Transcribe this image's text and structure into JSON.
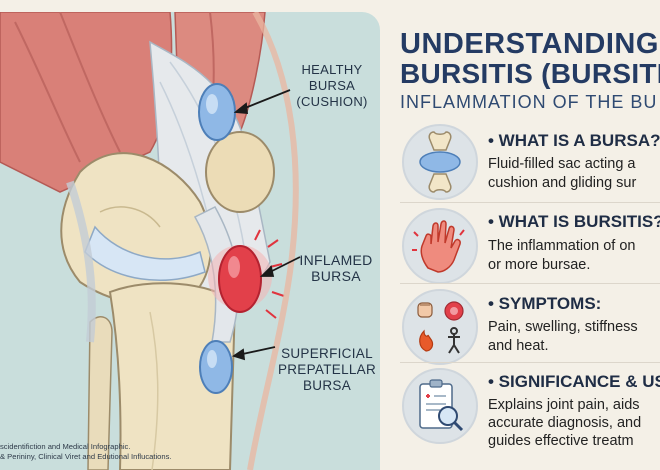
{
  "header": {
    "title_line1": "UNDERSTANDING",
    "title_line2": "BURSITIS (BURSITE",
    "title_line3": "INFLAMMATION OF THE BU"
  },
  "illustration": {
    "callouts": {
      "healthy_line1": "HEALTHY",
      "healthy_line2": "BURSA",
      "healthy_line3": "(CUSHION)",
      "inflamed_line1": "INFLAMED",
      "inflamed_line2": "BURSA",
      "superficial_line1": "SUPERFICIAL",
      "superficial_line2": "PREPATELLAR",
      "superficial_line3": "BURSA"
    },
    "colors": {
      "healthy_bursa": "#8fb8e6",
      "inflamed_bursa": "#e2404a",
      "bone": "#efe3c3",
      "muscle": "#d98078",
      "background": "#c9dedc"
    }
  },
  "sections": [
    {
      "icon": "bursa-joint-icon",
      "heading": "• WHAT IS A BURSA?",
      "text_line1": "Fluid-filled sac acting a",
      "text_line2": "cushion and gliding sur"
    },
    {
      "icon": "red-hand-pain-icon",
      "heading": "• WHAT IS BURSITIS?",
      "text_line1": "The inflammation of on",
      "text_line2": "or more bursae."
    },
    {
      "icon": "symptoms-icons",
      "heading": "• SYMPTOMS:",
      "text_line1": "Pain, swelling, stiffness",
      "text_line2": "and heat."
    },
    {
      "icon": "clipboard-magnifier-icon",
      "heading": "• SIGNIFICANCE & US",
      "text_line1": "Explains joint pain, aids",
      "text_line2": "accurate diagnosis, and",
      "text_line3": "guides effective treatm"
    }
  ],
  "footer": {
    "line1": "scidentifiction and Medical Infographic.",
    "line2": "& Perininy, Clinical Viret and Edutional Influcations."
  }
}
